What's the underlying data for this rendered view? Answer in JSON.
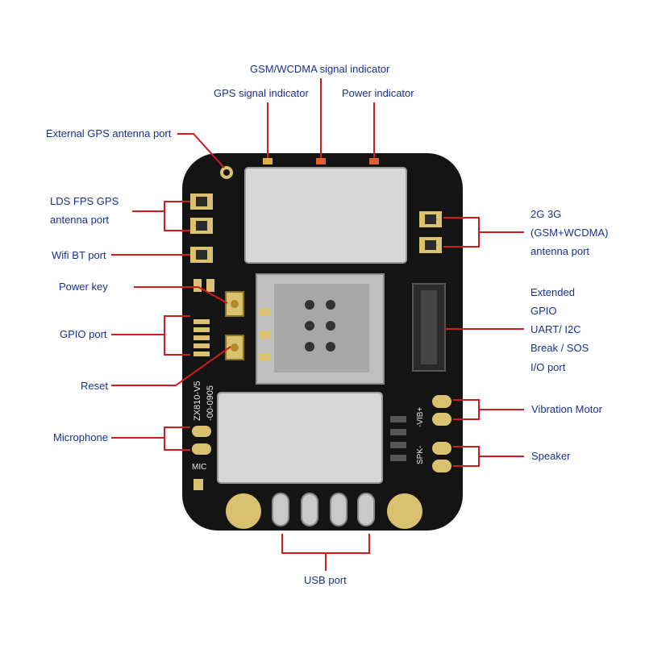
{
  "labels": {
    "gsm_wcdma_indicator": "GSM/WCDMA signal indicator",
    "gps_indicator": "GPS signal indicator",
    "power_indicator": "Power indicator",
    "ext_gps_antenna": "External GPS antenna port",
    "lds_fps_line1": "LDS FPS GPS",
    "lds_fps_line2": "antenna port",
    "wifi_bt": "Wifi BT port",
    "power_key": "Power key",
    "gpio_port": "GPIO port",
    "reset": "Reset",
    "microphone": "Microphone",
    "usb_port": "USB port",
    "antenna_2g3g_line1": "2G 3G",
    "antenna_2g3g_line2": "(GSM+WCDMA)",
    "antenna_2g3g_line3": "antenna port",
    "extended_line1": "Extended",
    "extended_line2": "GPIO",
    "extended_line3": "UART/ I2C",
    "extended_line4": "Break / SOS",
    "extended_line5": "I/O port",
    "vibration_motor": "Vibration Motor",
    "speaker": "Speaker"
  },
  "board_marks": {
    "model": "ZX810-V5",
    "version": "-00-0905",
    "mic": "MIC",
    "vib": "-VIB+",
    "spk": "SPK-"
  },
  "colors": {
    "label_text": "#1a2f8f",
    "leader_line": "#d01c1c",
    "board": "#141414",
    "pad_gold": "#d9c170",
    "shield": "#d7d7d7"
  }
}
